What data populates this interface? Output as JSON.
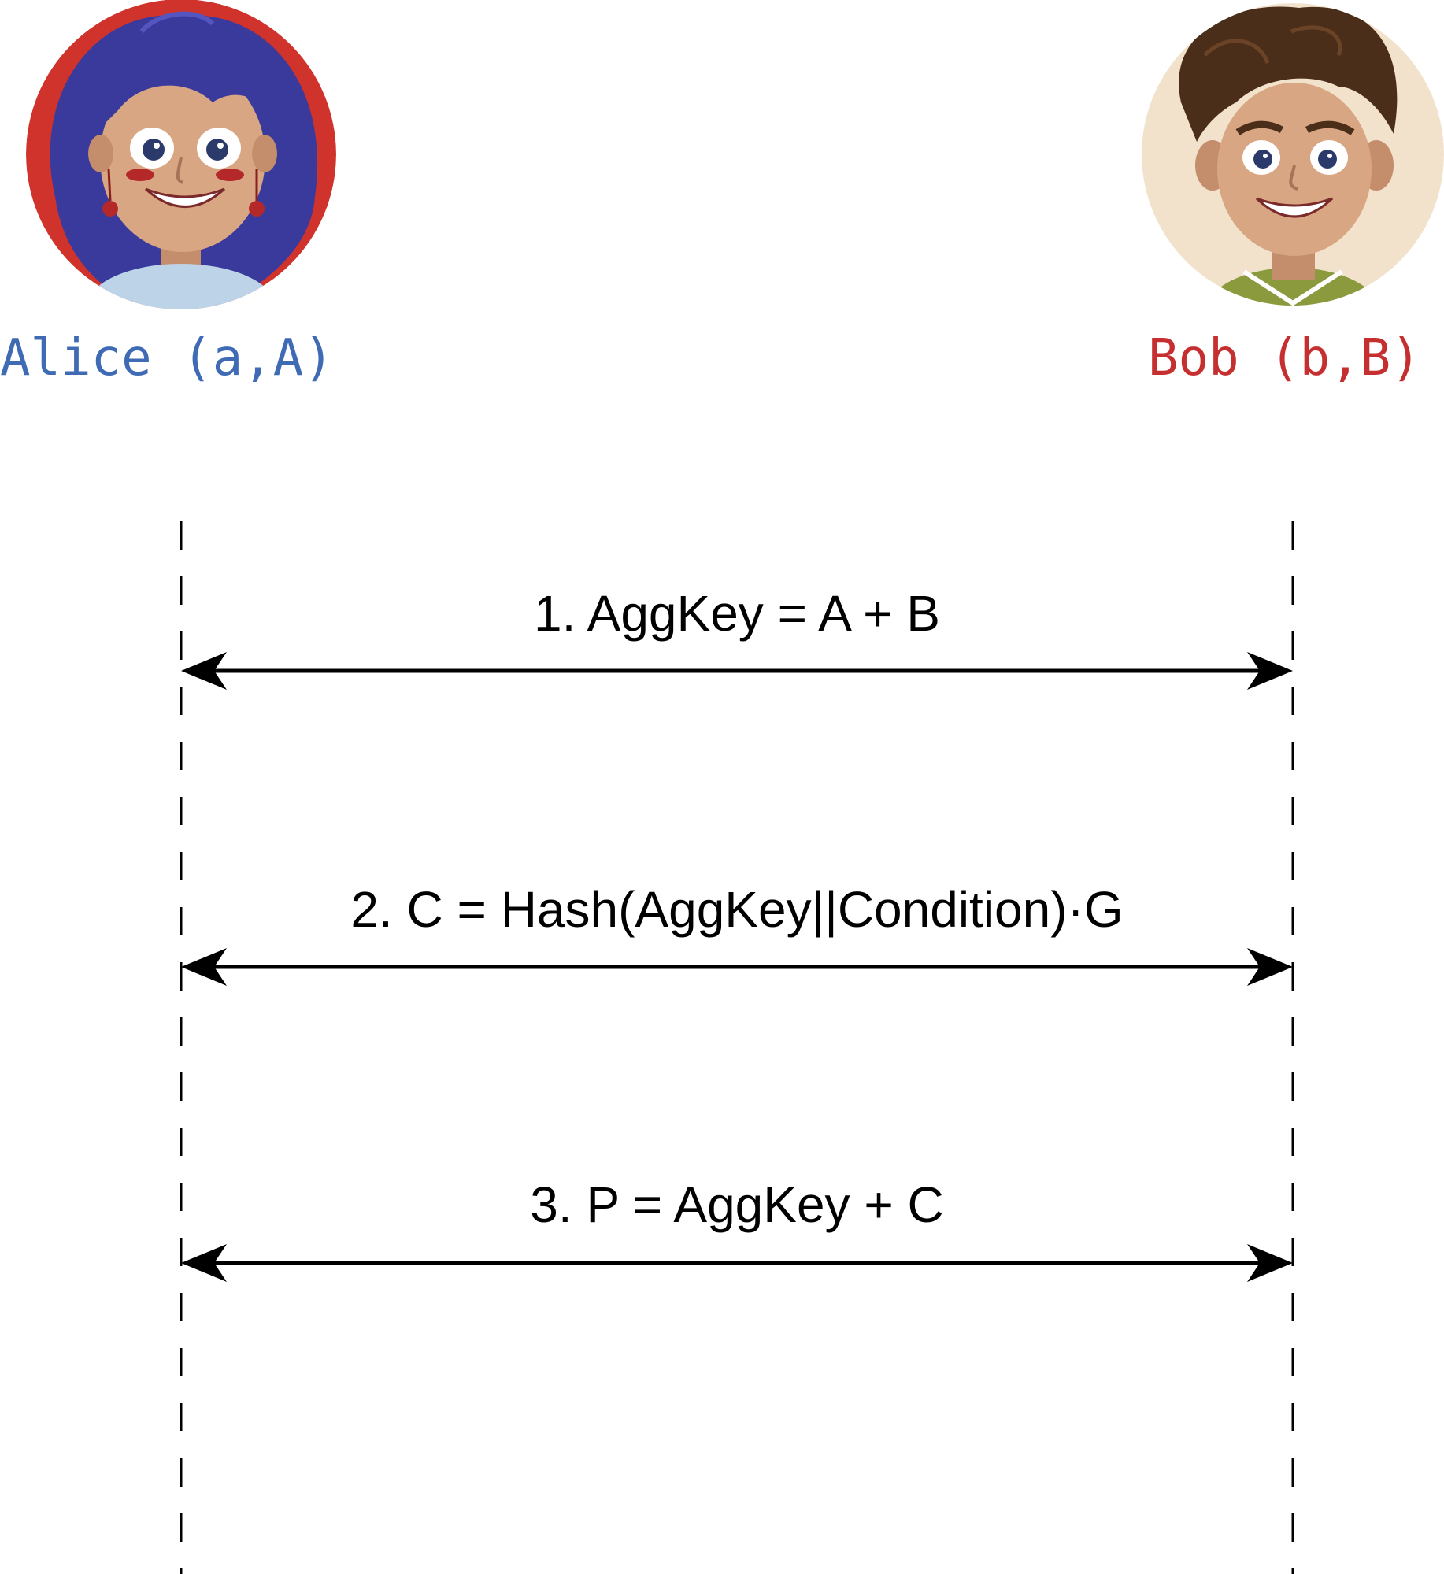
{
  "participants": {
    "alice": {
      "label": "Alice (a,A)",
      "color": "#3f6bb5"
    },
    "bob": {
      "label": "Bob (b,B)",
      "color": "#c62f2f"
    }
  },
  "steps": [
    {
      "label": "1. AggKey = A + B"
    },
    {
      "label": "2. C = Hash(AggKey||Condition)·G"
    },
    {
      "label": "3. P = AggKey + C"
    }
  ],
  "colors": {
    "alice_bg": "#d0332c",
    "alice_hair": "#3a3a9c",
    "bob_bg": "#f2e2cc",
    "bob_hair": "#4a2e1a",
    "skin": "#d9a684",
    "lifeline": "#000000"
  }
}
